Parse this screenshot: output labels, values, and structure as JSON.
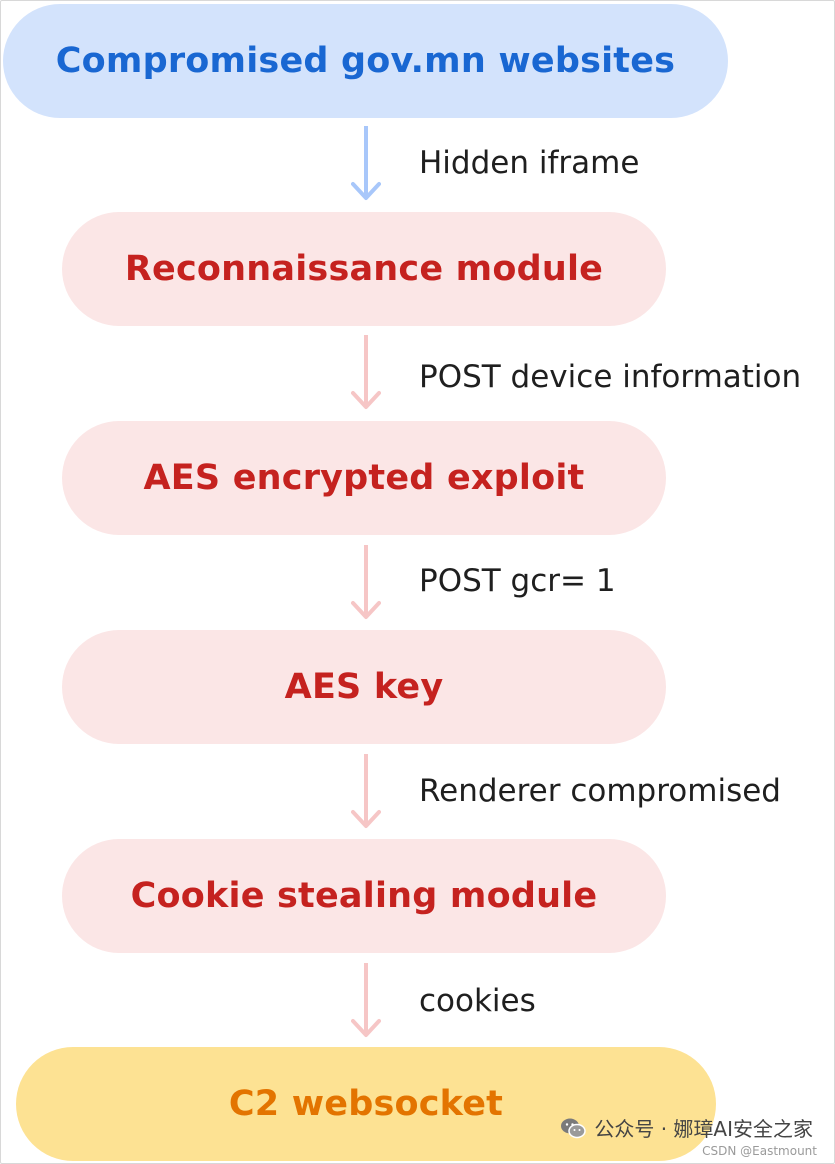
{
  "nodes": [
    {
      "id": "compromised-sites",
      "label": "Compromised gov.mn websites",
      "color": "#1967d2",
      "fill": "#d3e3fc"
    },
    {
      "id": "recon",
      "label": "Reconnaissance module",
      "color": "#c5221f",
      "fill": "#fbe6e6"
    },
    {
      "id": "aes-exploit",
      "label": "AES encrypted exploit",
      "color": "#c5221f",
      "fill": "#fbe6e6"
    },
    {
      "id": "aes-key",
      "label": "AES key",
      "color": "#c5221f",
      "fill": "#fbe6e6"
    },
    {
      "id": "cookie-module",
      "label": "Cookie stealing module",
      "color": "#c5221f",
      "fill": "#fbe6e6"
    },
    {
      "id": "c2",
      "label": "C2 websocket",
      "color": "#e37400",
      "fill": "#fde293"
    }
  ],
  "edges": [
    {
      "from": "compromised-sites",
      "to": "recon",
      "label": "Hidden iframe",
      "arrow_color": "#a8c7fa"
    },
    {
      "from": "recon",
      "to": "aes-exploit",
      "label": "POST device information",
      "arrow_color": "#f6c6c6"
    },
    {
      "from": "aes-exploit",
      "to": "aes-key",
      "label": "POST gcr= 1",
      "arrow_color": "#f6c6c6"
    },
    {
      "from": "aes-key",
      "to": "cookie-module",
      "label": "Renderer compromised",
      "arrow_color": "#f6c6c6"
    },
    {
      "from": "cookie-module",
      "to": "c2",
      "label": "cookies",
      "arrow_color": "#f6c6c6"
    }
  ],
  "watermark": {
    "main": "公众号 · 娜璋AI安全之家",
    "sub": "CSDN @Eastmount"
  }
}
